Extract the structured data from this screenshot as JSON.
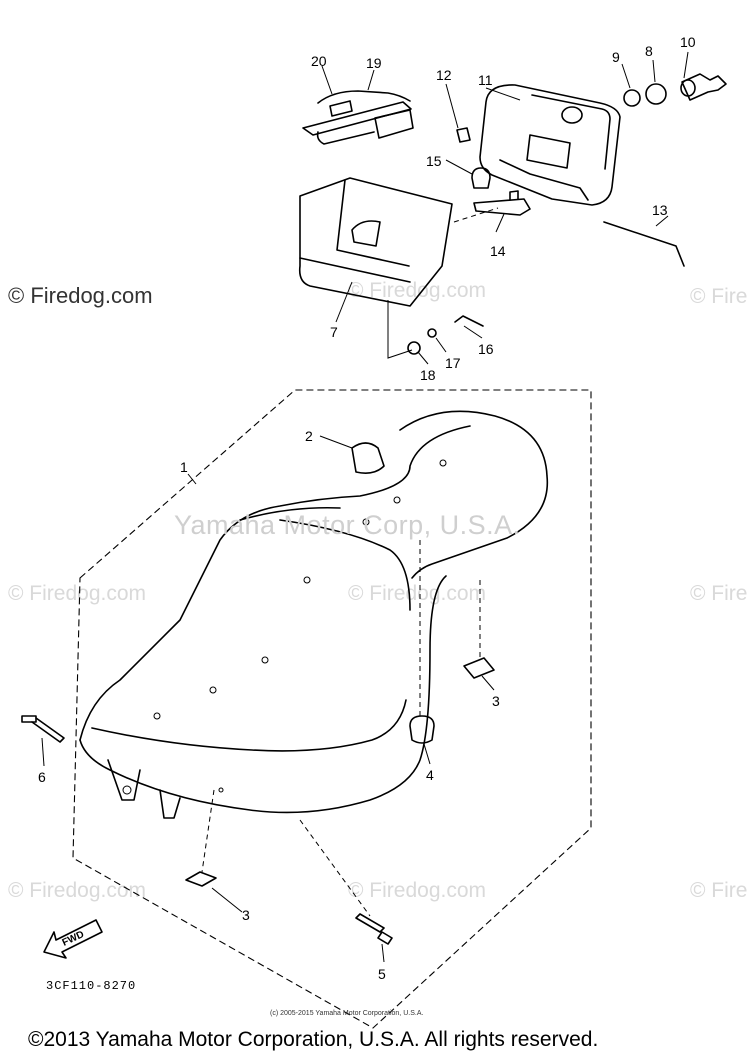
{
  "watermarks": {
    "copyright_brand": "© Firedog.com",
    "brand_partial": "© Fired",
    "yamaha_overlay": "Yamaha Motor Corp, U.S.A."
  },
  "callouts": [
    "1",
    "2",
    "3",
    "3",
    "4",
    "5",
    "6",
    "7",
    "8",
    "9",
    "10",
    "11",
    "12",
    "13",
    "14",
    "15",
    "16",
    "17",
    "18",
    "19",
    "20"
  ],
  "fwd_label": "FWD",
  "diagram_code": "3CF110-8270",
  "small_copyright": "(c) 2005-2015 Yamaha Motor Corporation, U.S.A.",
  "footer_copyright": "©2013 Yamaha Motor Corporation, U.S.A. All rights reserved."
}
